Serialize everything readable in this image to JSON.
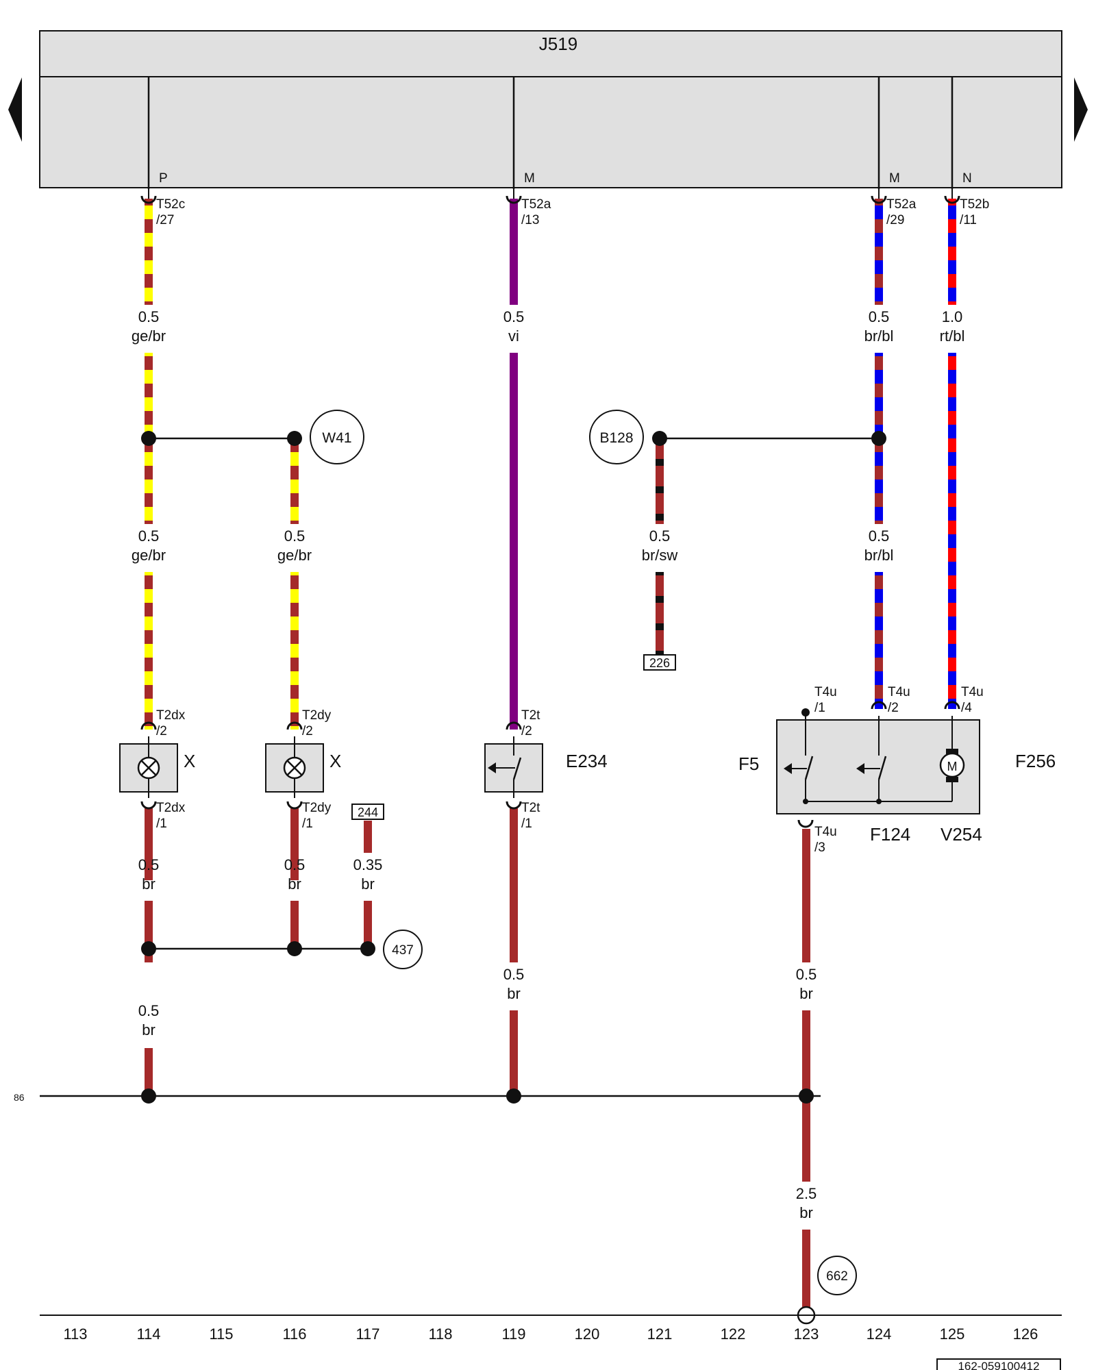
{
  "control_unit": {
    "name": "J519"
  },
  "pins": {
    "p114": "P",
    "p119": "M",
    "p124": "M",
    "p125": "N"
  },
  "connectors": {
    "c114_top_a": "T52c",
    "c114_top_b": "/27",
    "c119_top_a": "T52a",
    "c119_top_b": "/13",
    "c124_top_a": "T52a",
    "c124_top_b": "/29",
    "c125_top_a": "T52b",
    "c125_top_b": "/11",
    "c114_lamp_top_a": "T2dx",
    "c114_lamp_top_b": "/2",
    "c114_lamp_bot_a": "T2dx",
    "c114_lamp_bot_b": "/1",
    "c116_lamp_top_a": "T2dy",
    "c116_lamp_top_b": "/2",
    "c116_lamp_bot_a": "T2dy",
    "c116_lamp_bot_b": "/1",
    "c119_sw_top_a": "T2t",
    "c119_sw_top_b": "/2",
    "c119_sw_bot_a": "T2t",
    "c119_sw_bot_b": "/1",
    "c123_a": "T4u",
    "c123_b": "/1",
    "c124_a": "T4u",
    "c124_b": "/2",
    "c125_a": "T4u",
    "c125_b": "/4",
    "c123_bot_a": "T4u",
    "c123_bot_b": "/3"
  },
  "wires": {
    "w114a_size": "0.5",
    "w114a_color": "ge/br",
    "w114b_size": "0.5",
    "w114b_color": "ge/br",
    "w116_size": "0.5",
    "w116_color": "ge/br",
    "w119a_size": "0.5",
    "w119a_color": "vi",
    "w124a_size": "0.5",
    "w124a_color": "br/bl",
    "w124b_size": "0.5",
    "w124b_color": "br/bl",
    "w125_size": "1.0",
    "w125_color": "rt/bl",
    "w121_size": "0.5",
    "w121_color": "br/sw",
    "w114c_size": "0.5",
    "w114c_color": "br",
    "w116b_size": "0.5",
    "w116b_color": "br",
    "w117_size": "0.35",
    "w117_color": "br",
    "w114d_size": "0.5",
    "w114d_color": "br",
    "w119b_size": "0.5",
    "w119b_color": "br",
    "w123a_size": "0.5",
    "w123a_color": "br",
    "w123b_size": "2.5",
    "w123b_color": "br"
  },
  "components": {
    "lamp1": "X",
    "lamp2": "X",
    "switch": "E234",
    "module": "F256",
    "f5": "F5",
    "f124": "F124",
    "v254": "V254",
    "motor_letter": "M"
  },
  "references": {
    "w41": "W41",
    "b128": "B128",
    "r437": "437",
    "r662": "662",
    "box226": "226",
    "box244": "244"
  },
  "ground_bus": {
    "label": "86"
  },
  "column_numbers": [
    "113",
    "114",
    "115",
    "116",
    "117",
    "118",
    "119",
    "120",
    "121",
    "122",
    "123",
    "124",
    "125",
    "126"
  ],
  "diagram_code": "162-059100412",
  "colors": {
    "brown": "#a52a2a",
    "yellow": "#ffff00",
    "violet": "#800080",
    "blue": "#0000ee",
    "red": "#ff0000",
    "black": "#111111",
    "panel": "#e0e0e0"
  }
}
